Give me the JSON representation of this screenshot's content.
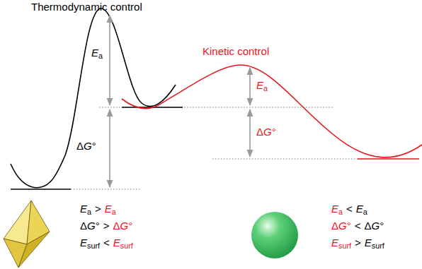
{
  "diagram": {
    "labels": [
      "Thermodynamic control",
      "Kinetic control",
      "Ea",
      "ΔG°",
      "Ea",
      "ΔG°",
      "Ea",
      ">",
      "Ea",
      "ΔG°",
      ">",
      "ΔG°",
      "Esurf",
      "<",
      "Esurf",
      "Ea",
      "<",
      "Ea",
      "ΔG°",
      "<",
      "ΔG°",
      "Esurf",
      ">",
      "Esurf"
    ]
  }
}
